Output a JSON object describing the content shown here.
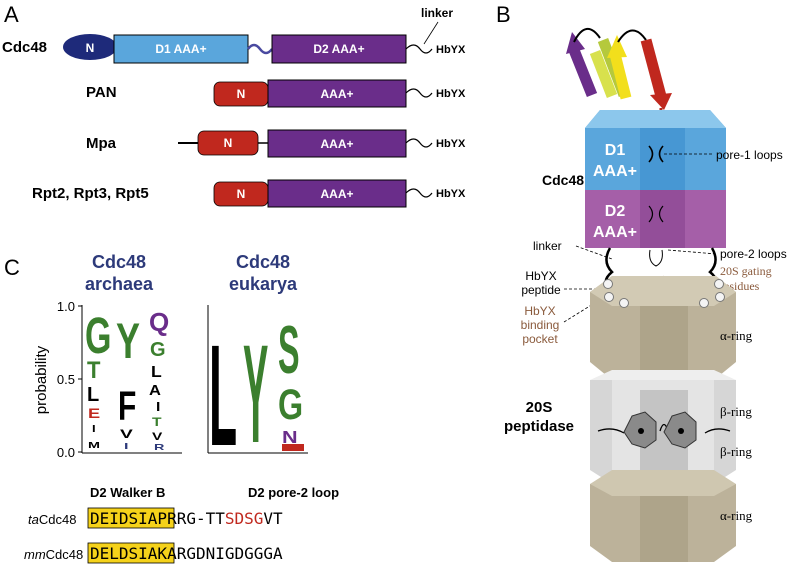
{
  "panels": {
    "a": "A",
    "b": "B",
    "c": "C"
  },
  "panel_a": {
    "linker_label": "linker",
    "hbyx_label": "HbYX",
    "n_label": "N",
    "proteins": [
      {
        "name": "Cdc48",
        "domains": [
          "D1 AAA+",
          "D2 AAA+"
        ]
      },
      {
        "name": "PAN",
        "domains": [
          "AAA+"
        ]
      },
      {
        "name": "Mpa",
        "domains": [
          "AAA+"
        ]
      },
      {
        "name": "Rpt2, Rpt3, Rpt5",
        "domains": [
          "AAA+"
        ]
      }
    ]
  },
  "panel_c": {
    "logo_archaea_title_1": "Cdc48",
    "logo_archaea_title_2": "archaea",
    "logo_eukarya_title_1": "Cdc48",
    "logo_eukarya_title_2": "eukarya",
    "ylabel": "probability",
    "yticks": [
      "1.0",
      "0.5",
      "0.0"
    ],
    "archaea_letters": [
      [
        "G",
        "T",
        "L",
        "E",
        "I",
        "M"
      ],
      [
        "Y",
        "F",
        "V",
        "I"
      ],
      [
        "Q",
        "G",
        "L",
        "A",
        "I",
        "T",
        "V",
        "R"
      ]
    ],
    "eukarya_letters": [
      [
        "L"
      ],
      [
        "Y"
      ],
      [
        "S",
        "G",
        "N"
      ]
    ],
    "walker_label": "D2 Walker B",
    "pore_label": "D2 pore-2 loop",
    "sequences": [
      {
        "species": "ta",
        "protein": "Cdc48",
        "walker": "DEIDSI",
        "middle": "APRRG-TT",
        "pore": "SDSG",
        "tail": "VT"
      },
      {
        "species": "mm",
        "protein": "Cdc48",
        "walker": "DELDSI",
        "middle": "AKARGDNIGDGGGA",
        "pore": "",
        "tail": ""
      }
    ]
  },
  "panel_b": {
    "complex_label": "Cdc48",
    "d1_line1": "D1",
    "d1_line2": "AAA+",
    "d2_line1": "D2",
    "d2_line2": "AAA+",
    "pore1": "pore-1 loops",
    "pore2": "pore-2 loops",
    "linker": "linker",
    "hbyx_1": "HbYX",
    "hbyx_2": "peptide",
    "pocket_1": "HbYX",
    "pocket_2": "binding",
    "pocket_3": "pocket",
    "gating_1": "20S gating",
    "gating_2": "residues",
    "peptidase_1": "20S",
    "peptidase_2": "peptidase",
    "alpha_ring": "α-ring",
    "beta_ring": "β-ring"
  },
  "colors": {
    "n_domain_cdc48": "#1e2a7a",
    "n_domain_red": "#c0281e",
    "d1_blue": "#5aa6dc",
    "d2_purple": "#6a2d8a",
    "walker_highlight": "#f5d21a",
    "pore_red": "#c0281e",
    "logo_green": "#3b7f2e",
    "logo_purple": "#6a2d8a",
    "logo_title": "#2d3a7a",
    "peptidase_tan": "#bcb29a",
    "peptidase_grey": "#d9d9d9",
    "brown_label": "#8a5a3c"
  }
}
